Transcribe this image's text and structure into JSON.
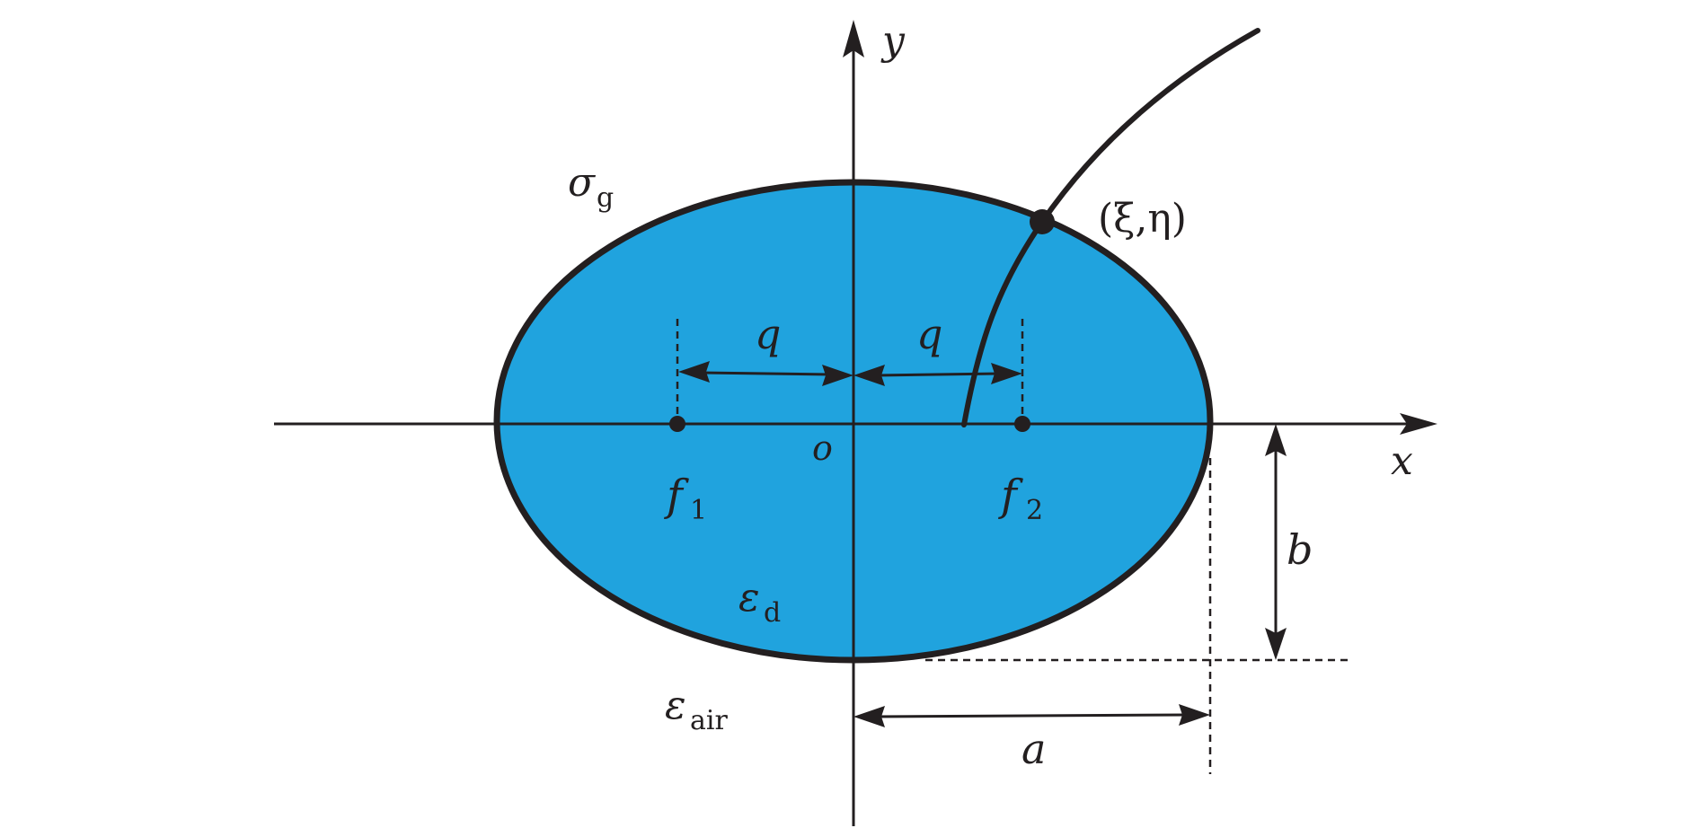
{
  "colors": {
    "ellipse_fill": "#20a3de",
    "stroke": "#231f20"
  },
  "labels": {
    "y_axis": "y",
    "x_axis": "x",
    "origin": "o",
    "sigma_main": "σ",
    "sigma_sub": "g",
    "point_main": "(ξ,η)",
    "focus1_main": "f",
    "focus1_sub": "1",
    "focus2_main": "f",
    "focus2_sub": "2",
    "q_left": "q",
    "q_right": "q",
    "eps_d_main": "ε",
    "eps_d_sub": "d",
    "eps_air_main": "ε",
    "eps_air_sub": "air",
    "semi_major": "a",
    "semi_minor": "b"
  }
}
